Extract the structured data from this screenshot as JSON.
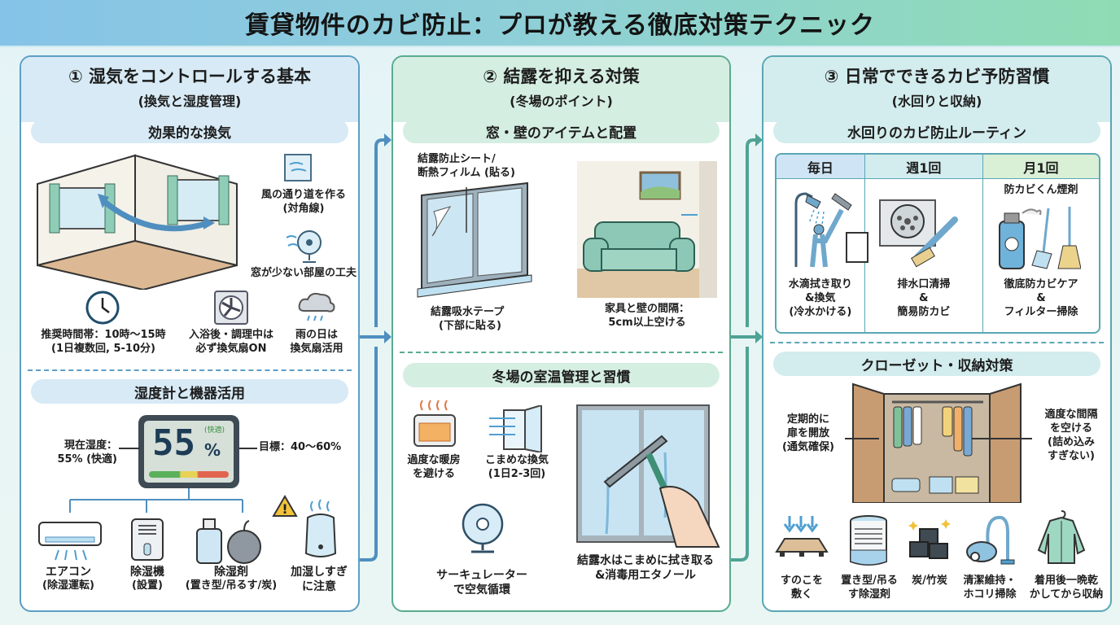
{
  "header": {
    "title": "賃貸物件のカビ防止：プロが教える徹底対策テクニック"
  },
  "colors": {
    "col1_accent": "#5d9fc4",
    "col2_accent": "#5aab8e",
    "col3_accent": "#5aa7b4",
    "arrow_blue": "#4f8fbf",
    "arrow_teal": "#4fa394"
  },
  "col1": {
    "title": "① 湿気をコントロールする基本",
    "subtitle": "(換気と湿度管理)",
    "ventilation": {
      "heading": "効果的な換気",
      "items": [
        {
          "icon": "open-window-icon",
          "label1": "風の通り道を作る",
          "label2": "(対角線)"
        },
        {
          "icon": "fan-icon",
          "label1": "窓が少ない部屋の工夫",
          "label2": ""
        },
        {
          "icon": "clock-icon",
          "label1": "推奨時間帯：10時〜15時",
          "label2": "(1日複数回, 5-10分)"
        },
        {
          "icon": "exhaust-fan-icon",
          "label1": "入浴後・調理中は",
          "label2": "必ず換気扇ON"
        },
        {
          "icon": "rain-cloud-icon",
          "label1": "雨の日は",
          "label2": "換気扇活用"
        }
      ]
    },
    "hygrometer": {
      "heading": "湿度計と機器活用",
      "reading": "55",
      "unit": "%",
      "status": "(快適)",
      "current_label1": "現在湿度：",
      "current_label2": "55% (快適)",
      "target_label": "目標：40〜60%",
      "devices": [
        {
          "icon": "air-conditioner-icon",
          "label1": "エアコン",
          "label2": "(除湿運転)"
        },
        {
          "icon": "dehumidifier-icon",
          "label1": "除湿機",
          "label2": "(設置)"
        },
        {
          "icon": "desiccant-icon",
          "label1": "除湿剤",
          "label2": "(置き型/吊るす/炭)"
        },
        {
          "icon": "humidifier-warning-icon",
          "label1": "加湿しすぎ",
          "label2": "に注意"
        }
      ]
    }
  },
  "col2": {
    "title": "② 結露を抑える対策",
    "subtitle": "(冬場のポイント)",
    "window_wall": {
      "heading": "窓・壁のアイテムと配置",
      "sheet_label1": "結露防止シート/",
      "sheet_label2": "断熱フィルム (貼る)",
      "tape_label1": "結露吸水テープ",
      "tape_label2": "(下部に貼る)",
      "furniture_label1": "家具と壁の間隔：",
      "furniture_label2": "5cm以上空ける"
    },
    "winter": {
      "heading": "冬場の室温管理と習慣",
      "items": [
        {
          "icon": "heater-icon",
          "label1": "過度な暖房",
          "label2": "を避ける"
        },
        {
          "icon": "window-airflow-icon",
          "label1": "こまめな換気",
          "label2": "(1日2-3回)"
        },
        {
          "icon": "circulator-icon",
          "label1": "サーキュレーター",
          "label2": "で空気循環"
        },
        {
          "icon": "squeegee-window-icon",
          "label1": "結露水はこまめに拭き取る",
          "label2": "&消毒用エタノール"
        }
      ]
    }
  },
  "col3": {
    "title": "③ 日常でできるカビ予防習慣",
    "subtitle": "(水回りと収納)",
    "routine": {
      "heading": "水回りのカビ防止ルーティン",
      "columns": [
        {
          "header": "毎日",
          "icon": "shower-squeegee-icon",
          "top": "",
          "label1": "水滴拭き取り",
          "label2": "&換気",
          "label3": "(冷水かける)"
        },
        {
          "header": "週1回",
          "icon": "drain-brush-icon",
          "top": "",
          "label1": "排水口清掃",
          "label2": "&",
          "label3": "簡易防カビ"
        },
        {
          "header": "月1回",
          "icon": "fogger-broom-icon",
          "top": "防カビくん煙剤",
          "label1": "徹底防カビケア",
          "label2": "&",
          "label3": "フィルター掃除"
        }
      ]
    },
    "closet": {
      "heading": "クローゼット・収納対策",
      "left_label": [
        "定期的に",
        "扉を開放",
        "(通気確保)"
      ],
      "right_label": [
        "適度な間隔",
        "を空ける",
        "(詰め込み",
        "すぎない)"
      ],
      "items": [
        {
          "icon": "slatted-board-icon",
          "label1": "すのこを",
          "label2": "敷く"
        },
        {
          "icon": "desiccant-container-icon",
          "label1": "置き型/吊る",
          "label2": "す除湿剤"
        },
        {
          "icon": "charcoal-icon",
          "label1": "炭/竹炭",
          "label2": ""
        },
        {
          "icon": "vacuum-icon",
          "label1": "清潔維持・",
          "label2": "ホコリ掃除"
        },
        {
          "icon": "shirt-hanger-icon",
          "label1": "着用後一晩乾",
          "label2": "かしてから収納"
        }
      ]
    }
  }
}
